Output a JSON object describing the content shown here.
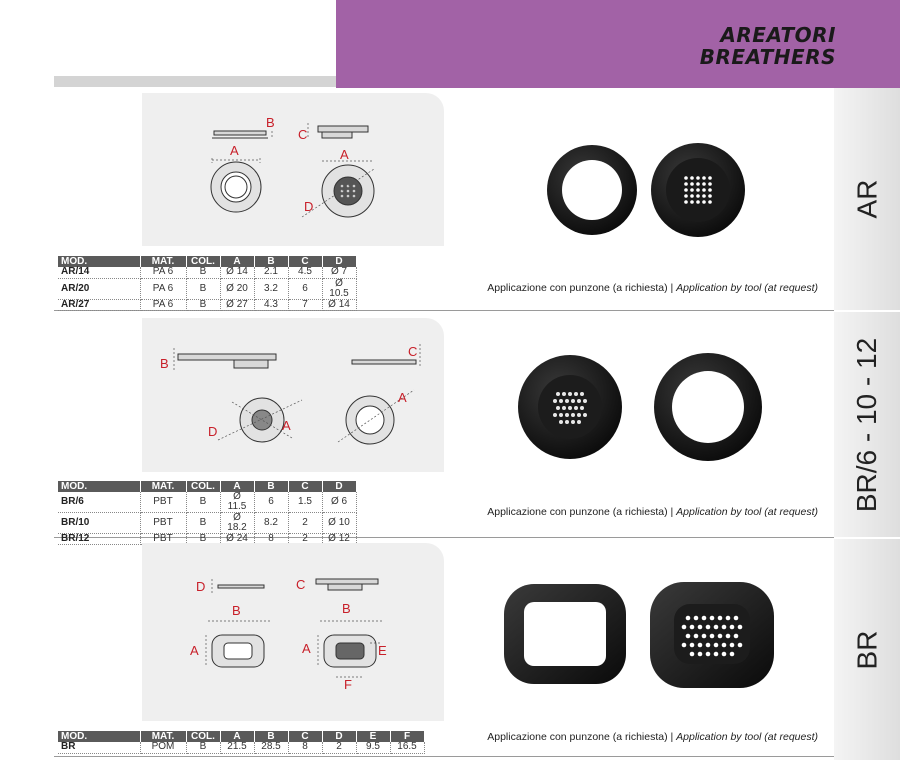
{
  "header": {
    "title_line1": "AREATORI",
    "title_line2": "BREATHERS"
  },
  "columns": [
    "MOD.",
    "MAT.",
    "COL.",
    "A",
    "B",
    "C",
    "D",
    "E",
    "F"
  ],
  "application_note": {
    "it": "Applicazione con punzone (a richiesta) | ",
    "en": "Application by tool (at request)"
  },
  "sections": [
    {
      "code": "AR",
      "rows": [
        [
          "AR/14",
          "PA 6",
          "B",
          "Ø 14",
          "2.1",
          "4.5",
          "Ø 7"
        ],
        [
          "AR/20",
          "PA 6",
          "B",
          "Ø 20",
          "3.2",
          "6",
          "Ø 10.5"
        ],
        [
          "AR/27",
          "PA 6",
          "B",
          "Ø 27",
          "4.3",
          "7",
          "Ø 14"
        ]
      ],
      "dims": {
        "a": "A",
        "b": "B",
        "c": "C",
        "d": "D"
      }
    },
    {
      "code": "BR/6 - 10 - 12",
      "rows": [
        [
          "BR/6",
          "PBT",
          "B",
          "Ø 11.5",
          "6",
          "1.5",
          "Ø 6"
        ],
        [
          "BR/10",
          "PBT",
          "B",
          "Ø 18.2",
          "8.2",
          "2",
          "Ø 10"
        ],
        [
          "BR/12",
          "PBT",
          "B",
          "Ø 24",
          "8",
          "2",
          "Ø 12"
        ]
      ],
      "dims": {
        "a": "A",
        "b": "B",
        "c": "C",
        "d": "D"
      }
    },
    {
      "code": "BR",
      "rows": [
        [
          "BR",
          "POM",
          "B",
          "21.5",
          "28.5",
          "8",
          "2",
          "9.5",
          "16.5"
        ]
      ],
      "dims": {
        "a": "A",
        "b": "B",
        "c": "C",
        "d": "D",
        "e": "E",
        "f": "F"
      }
    }
  ],
  "colors": {
    "header_band": "#a262a6",
    "dimension_red": "#c8202a",
    "table_header": "#5a5a5a",
    "panel_grey": "#efefef"
  }
}
